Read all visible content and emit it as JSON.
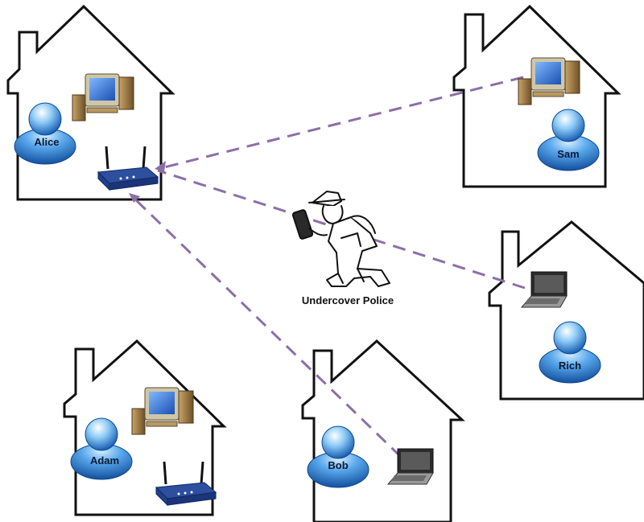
{
  "diagram": {
    "caption": "Undercover Police",
    "people": {
      "alice": "Alice",
      "sam": "Sam",
      "rich": "Rich",
      "adam": "Adam",
      "bob": "Bob"
    },
    "colors": {
      "link": "#8a6fa8",
      "person_body": "#2f7fd8",
      "person_highlight": "#bfe4ff",
      "router": "#2d4f9e",
      "computer_case": "#8a6a3a",
      "monitor_screen": "#2f72d6",
      "laptop": "#3a3a3a"
    },
    "icons": [
      "house-outline",
      "person-icon",
      "desktop-computer-icon",
      "wireless-router-icon",
      "laptop-icon",
      "detective-icon"
    ]
  }
}
